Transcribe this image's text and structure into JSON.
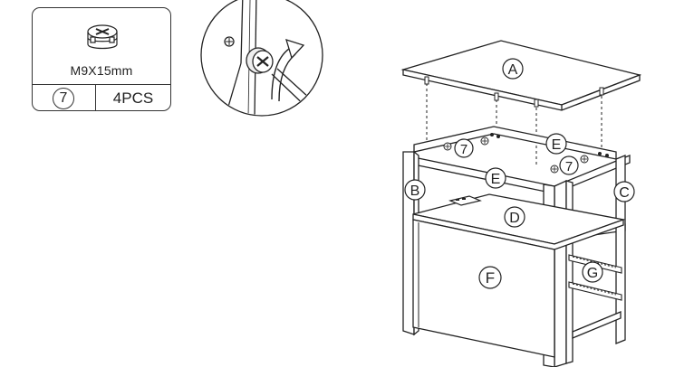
{
  "hardware_card": {
    "spec": "M9X15mm",
    "part_number": "7",
    "quantity": "4PCS"
  },
  "labels": {
    "top_panel": "A",
    "left_post": "B",
    "right_post": "C",
    "shelf": "D",
    "rail_back": "E",
    "rail_front": "E",
    "door_panel": "F",
    "drawer_slide": "G",
    "cam_lock_left": "7",
    "cam_lock_right": "7"
  }
}
